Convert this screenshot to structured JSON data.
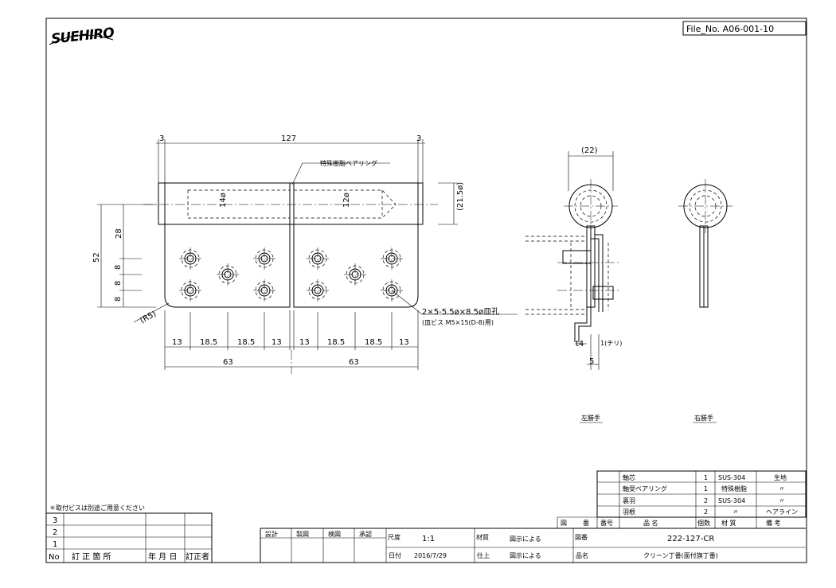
{
  "file_no": "File_No. A06-001-10",
  "logo": "SUEHIRO",
  "front_view": {
    "dim_total": "127",
    "dim_left_margin": "3",
    "dim_right_margin": "3",
    "bearing_callout": "特殊樹脂ベアリング",
    "dia_left": "14ø",
    "dia_right": "12ø",
    "dia_outer": "(21.5ø)",
    "dim_height": "52",
    "dim_28": "28",
    "dim_8a": "8",
    "dim_8b": "8",
    "dim_8c": "8",
    "radius": "(R5)",
    "hole_note_1": "2×5-5.5ø×8.5ø皿孔",
    "hole_note_2": "(皿ビス M5×15(D-8)用)",
    "bottom_dims": [
      "13",
      "18.5",
      "18.5",
      "13",
      "13",
      "18.5",
      "18.5",
      "13"
    ],
    "half_dims": [
      "63",
      "63"
    ]
  },
  "side_view": {
    "dim_width": "(22)",
    "dim_t4": "t4",
    "dim_clear": "1(チリ)",
    "dim_5": "5",
    "label_left": "左勝手",
    "label_right": "右勝手"
  },
  "parts_table": {
    "rows": [
      {
        "name": "軸芯",
        "qty": "1",
        "material": "SUS-304",
        "note": "生地"
      },
      {
        "name": "軸受ベアリング",
        "qty": "1",
        "material": "特殊樹脂",
        "note": "〃"
      },
      {
        "name": "裏羽",
        "qty": "2",
        "material": "SUS-304",
        "note": "〃"
      },
      {
        "name": "羽根",
        "qty": "2",
        "material": "〃",
        "note": "ヘアライン"
      }
    ],
    "header": {
      "ref": "図",
      "no": "番",
      "code": "番号",
      "part": "品 名",
      "count": "個数",
      "material": "材 質",
      "note": "備 考"
    }
  },
  "title_block": {
    "roles": [
      "設計",
      "製図",
      "検図",
      "承認"
    ],
    "scale_label": "尺度",
    "scale_value": "1:1",
    "material_label": "材質",
    "material_value": "図示による",
    "drawing_no_label": "図番",
    "drawing_no": "222-127-CR",
    "date_label": "日付",
    "date_value": "2016/7/29",
    "finish_label": "仕上",
    "finish_value": "図示による",
    "product_label": "品名",
    "product_value": "クリーン丁番(面付旗丁番)"
  },
  "revision_table": {
    "note": "＊取付ビスは別途ご用意ください",
    "rows": [
      "3",
      "2",
      "1"
    ],
    "header": {
      "no": "No",
      "desc": "訂 正 箇 所",
      "date": "年 月 日",
      "by": "訂正者"
    }
  }
}
